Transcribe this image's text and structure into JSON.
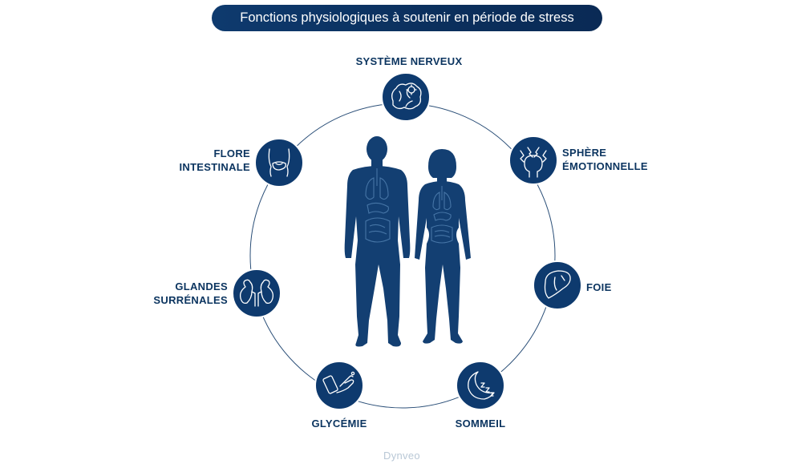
{
  "title": "Fonctions physiologiques à soutenir en période de stress",
  "colors": {
    "accent": "#0c3560",
    "circle_fill": "#0e3a6e",
    "ring": "#2b4f78",
    "silhouette": "#133f72",
    "organs": "#4f7fb0",
    "logo": "#b9c8d6"
  },
  "functions": [
    {
      "id": "systeme-nerveux",
      "lines": [
        "SYSTÈME NERVEUX"
      ],
      "icon": "brain-gear-icon"
    },
    {
      "id": "sphere-emotionnelle",
      "lines": [
        "SPHÈRE",
        "ÉMOTIONNELLE"
      ],
      "icon": "stress-head-icon"
    },
    {
      "id": "foie",
      "lines": [
        "FOIE"
      ],
      "icon": "liver-icon"
    },
    {
      "id": "sommeil",
      "lines": [
        "SOMMEIL"
      ],
      "icon": "moon-zzz-icon"
    },
    {
      "id": "glycemie",
      "lines": [
        "GLYCÉMIE"
      ],
      "icon": "glucose-meter-icon"
    },
    {
      "id": "glandes-surrenales",
      "lines": [
        "GLANDES",
        "SURRÉNALES"
      ],
      "icon": "kidneys-icon"
    },
    {
      "id": "flore-intestinale",
      "lines": [
        "FLORE",
        "INTESTINALE"
      ],
      "icon": "gut-icon"
    }
  ],
  "figures": [
    {
      "id": "male",
      "icon": "male-silhouette-icon"
    },
    {
      "id": "female",
      "icon": "female-silhouette-icon"
    }
  ],
  "brand": "Dynveo"
}
